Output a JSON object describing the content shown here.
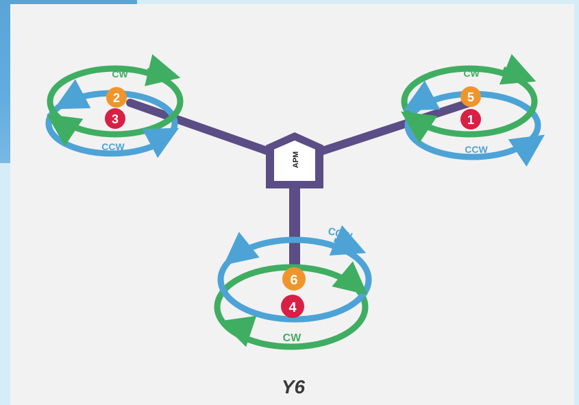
{
  "diagram": {
    "title": "Y6",
    "controller_label": "APM",
    "colors": {
      "frame": "#5b4d85",
      "cw_ring": "#3fae62",
      "ccw_ring": "#4da3d6",
      "top_motor": "#f0952b",
      "bottom_motor": "#d81f44"
    },
    "rotors": {
      "left": {
        "cw_label": "CW",
        "ccw_label": "CCW",
        "top_motor": "2",
        "bottom_motor": "3"
      },
      "right": {
        "cw_label": "CW",
        "ccw_label": "CCW",
        "top_motor": "5",
        "bottom_motor": "1"
      },
      "bottom": {
        "ccw_label": "CCW",
        "cw_label": "CW",
        "top_motor": "6",
        "bottom_motor": "4"
      }
    }
  }
}
